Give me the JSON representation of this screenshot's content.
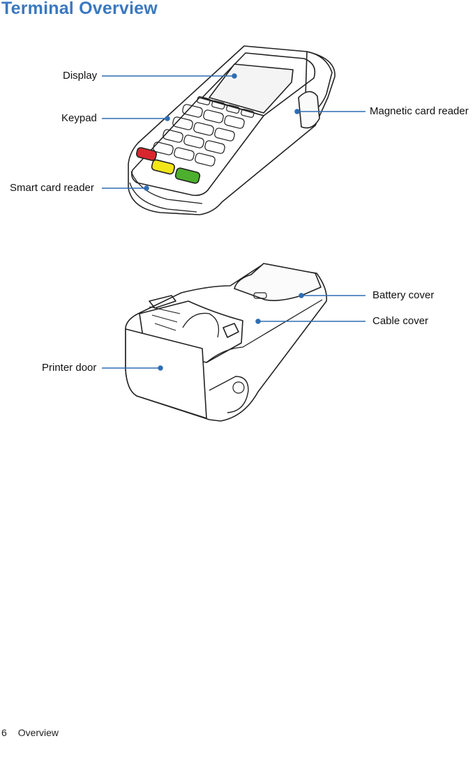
{
  "page": {
    "title": "Terminal Overview",
    "footer": {
      "page_number": "6",
      "section": "Overview"
    }
  },
  "figure_top": {
    "callouts": {
      "display": "Display",
      "keypad": "Keypad",
      "smart_card_reader": "Smart card reader",
      "magnetic_card_reader": "Magnetic card reader"
    }
  },
  "figure_bottom": {
    "callouts": {
      "battery_cover": "Battery cover",
      "cable_cover": "Cable cover",
      "printer_door": "Printer door"
    }
  },
  "colors": {
    "heading": "#3a78bf",
    "leader_line": "#2f6db3",
    "key_cancel": "#d8262e",
    "key_clear": "#f2e51a",
    "key_enter": "#4caf2d"
  }
}
